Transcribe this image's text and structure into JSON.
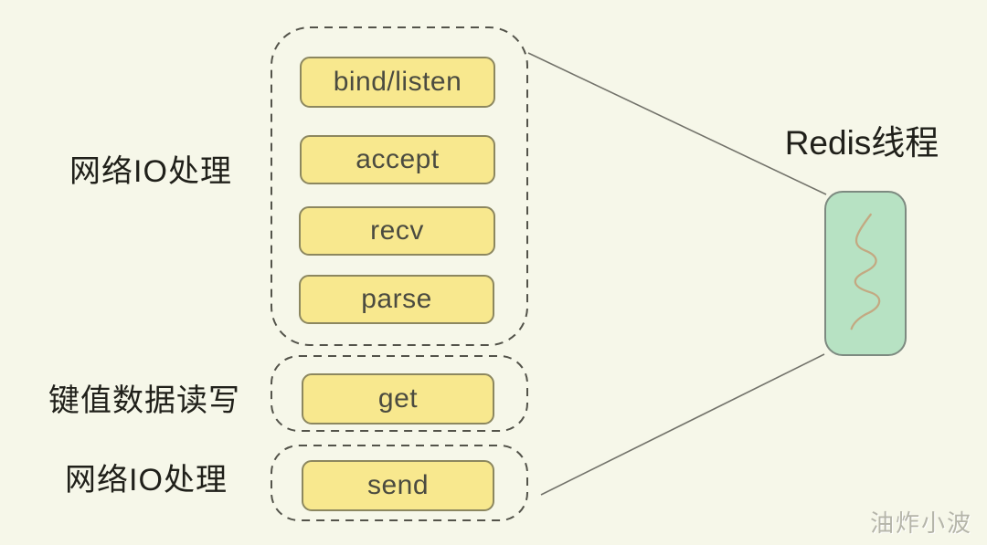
{
  "groups": [
    {
      "label": "网络IO处理",
      "items": [
        "bind/listen",
        "accept",
        "recv",
        "parse"
      ]
    },
    {
      "label": "键值数据读写",
      "items": [
        "get"
      ]
    },
    {
      "label": "网络IO处理",
      "items": [
        "send"
      ]
    }
  ],
  "redis": {
    "title": "Redis线程"
  },
  "watermark": {
    "text": "油炸小波"
  },
  "icons": {
    "thread": "squiggle-thread-icon"
  },
  "colors": {
    "background": "#f6f7e9",
    "box_fill": "#f8e88e",
    "box_border": "#8c875f",
    "box_text": "#4b4b40",
    "dashed_border": "#53534a",
    "label_text": "#20201a",
    "connector": "#72726a",
    "thread_fill": "#b7e2c3",
    "thread_border": "#7d8a80",
    "squiggle": "#c3a982",
    "watermark": "#b5b5a9"
  }
}
